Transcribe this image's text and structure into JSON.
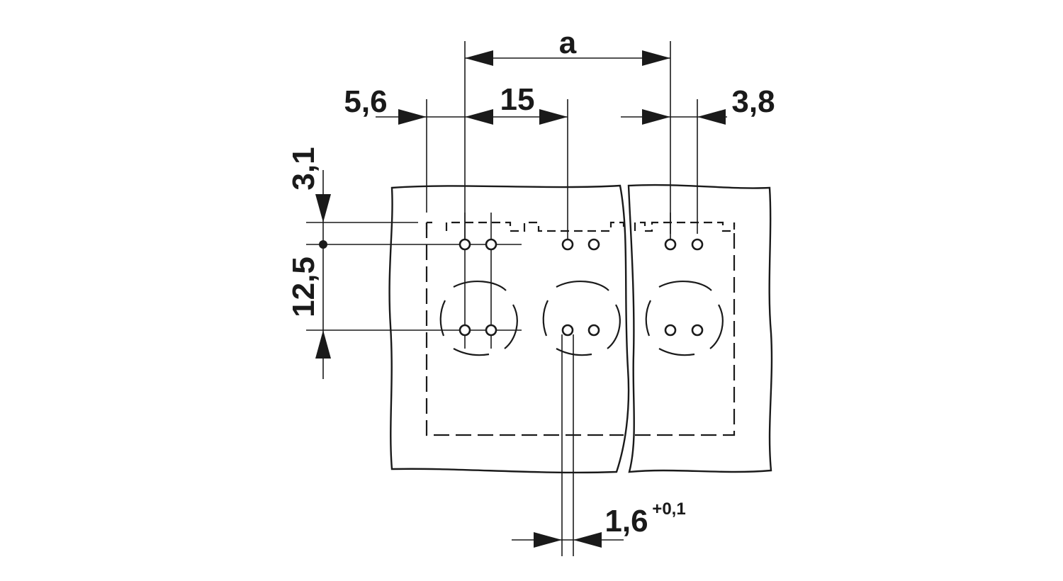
{
  "dimensions": {
    "overall_width_label": "a",
    "left_offset_label": "5,6",
    "pitch_label": "15",
    "right_offset_label": "3,8",
    "top_offset_label": "3,1",
    "row_spacing_label": "12,5",
    "hole_diameter_label": "1,6",
    "hole_tolerance_label": "+0,1"
  },
  "colors": {
    "line": "#1a1a1a",
    "background": "#ffffff"
  }
}
